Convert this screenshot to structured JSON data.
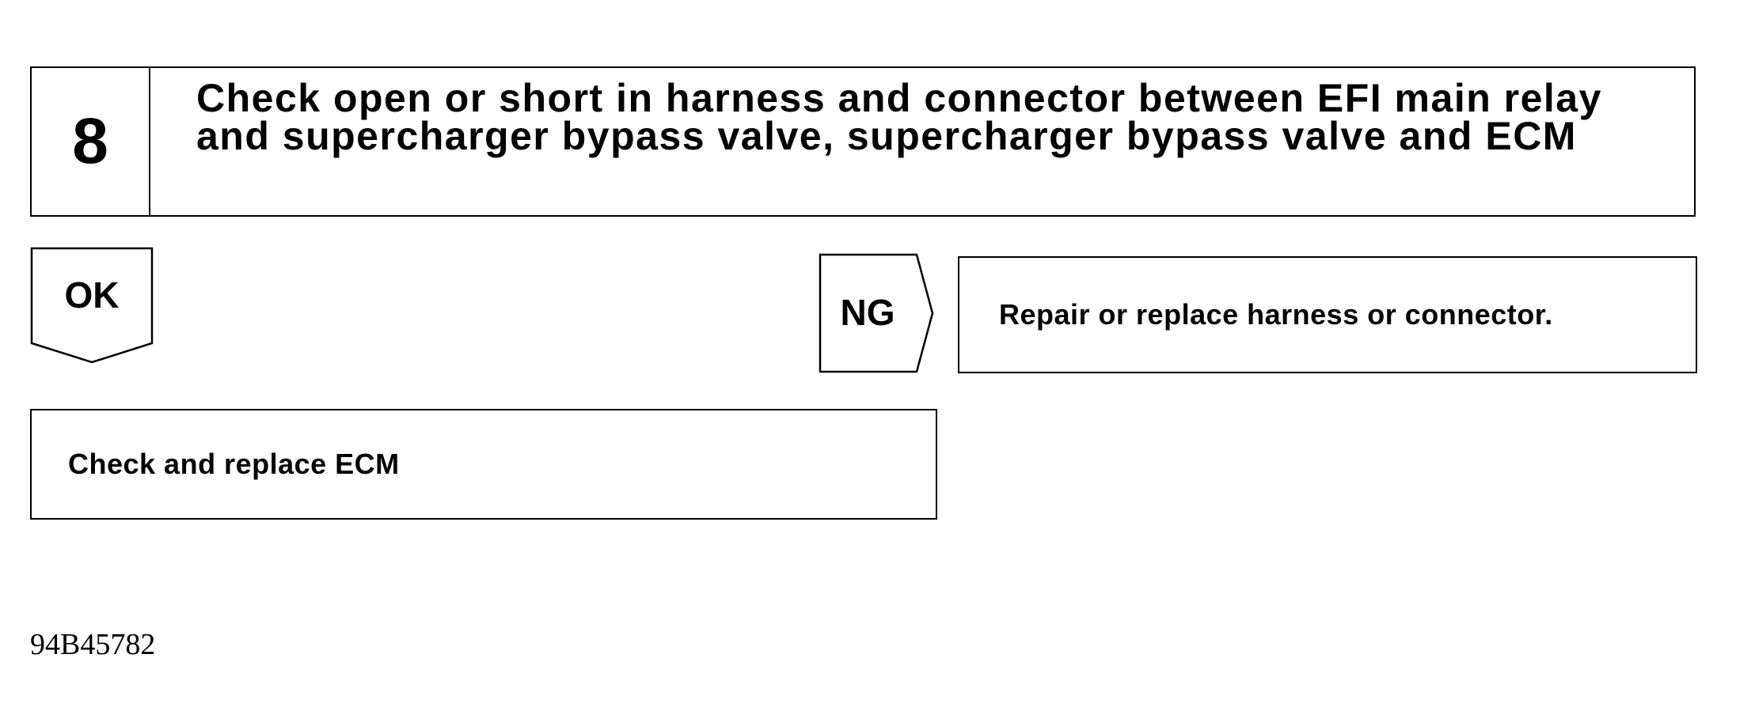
{
  "step": {
    "number": "8",
    "title": "Check open or short in harness and connector between EFI main relay and supercharger bypass valve, supercharger bypass valve and ECM"
  },
  "ok_branch": {
    "label": "OK",
    "result": "Check and replace ECM"
  },
  "ng_branch": {
    "label": "NG",
    "result": "Repair or replace harness or connector."
  },
  "figure_code": "94B45782"
}
